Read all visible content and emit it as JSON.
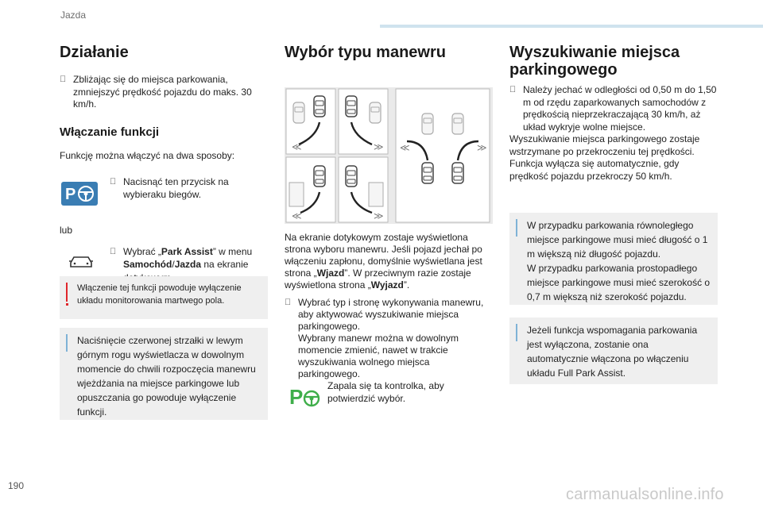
{
  "header": {
    "section": "Jazda",
    "accent_color": "#cfe3ee"
  },
  "page_number": "190",
  "watermark": "carmanualsonline.info",
  "col1": {
    "title": "Działanie",
    "bullet1": "Zbliżając się do miejsca parkowania, zmniejszyć prędkość pojazdu do maks. 30 km/h.",
    "subtitle": "Włączanie funkcji",
    "intro": "Funkcję można włączyć na dwa sposoby:",
    "option1": "Nacisnąć ten przycisk na wybieraku biegów.",
    "or": "lub",
    "option2_prefix": "Wybrać „",
    "option2_bold1": "Park Assist",
    "option2_mid": "” w menu ",
    "option2_bold2": "Samochód",
    "option2_slash": "/",
    "option2_bold3": "Jazda",
    "option2_suffix": " na ekranie dotykowym.",
    "warning": "Włączenie tej funkcji powoduje wyłączenie układu monitorowania martwego pola.",
    "note": "Naciśnięcie czerwonej strzałki w lewym górnym rogu wyświetlacza w dowolnym momencie do chwili rozpoczęcia manewru wjeżdżania na miejsce parkingowe lub opuszczania go powoduje wyłączenie funkcji."
  },
  "col2": {
    "title": "Wybór typu manewru",
    "para_a": "Na ekranie dotykowym zostaje wyświetlona strona wyboru manewru. Jeśli pojazd jechał po włączeniu zapłonu, domyślnie wyświetlana jest strona „",
    "para_bold1": "Wjazd",
    "para_b": "”. W przeciwnym razie zostaje wyświetlona strona „",
    "para_bold2": "Wyjazd",
    "para_c": "”.",
    "bullet": "Wybrać typ i stronę wykonywania manewru, aby aktywować wyszukiwanie miejsca parkingowego.",
    "bullet_cont": "Wybrany manewr można w dowolnym momencie zmienić, nawet w trakcie wyszukiwania wolnego miejsca parkingowego.",
    "indicator_text": "Zapala się ta kontrolka, aby potwierdzić wybór."
  },
  "col3": {
    "title": "Wyszukiwanie miejsca parkingowego",
    "bullet": "Należy jechać w odległości od 0,50 m do 1,50 m od rzędu zaparkowanych samochodów z prędkością nieprzekraczającą 30 km/h, aż układ wykryje wolne miejsce.",
    "para1": "Wyszukiwanie miejsca parkingowego zostaje wstrzymane po przekroczeniu tej prędkości.",
    "para2": "Funkcja wyłącza się automatycznie, gdy prędkość pojazdu przekroczy 50 km/h.",
    "note1a": "W przypadku parkowania równoległego miejsce parkingowe musi mieć długość o 1 m większą niż długość pojazdu.",
    "note1b": "W przypadku parkowania prostopadłego miejsce parkingowe musi mieć szerokość o 0,7 m większą niż szerokość pojazdu.",
    "note2": "Jeżeli funkcja wspomagania parkowania jest wyłączona, zostanie ona automatycznie włączona po włączeniu układu Full Park Assist."
  },
  "colors": {
    "warning_bar": "#e0262b",
    "note_bar": "#7fb2d6",
    "button_blue": "#3a7db3",
    "indicator_green": "#3fae4a"
  },
  "icons": [
    "park-assist-button-icon",
    "car-screen-icon",
    "park-assist-indicator-icon",
    "maneuver-selection-illustration"
  ]
}
